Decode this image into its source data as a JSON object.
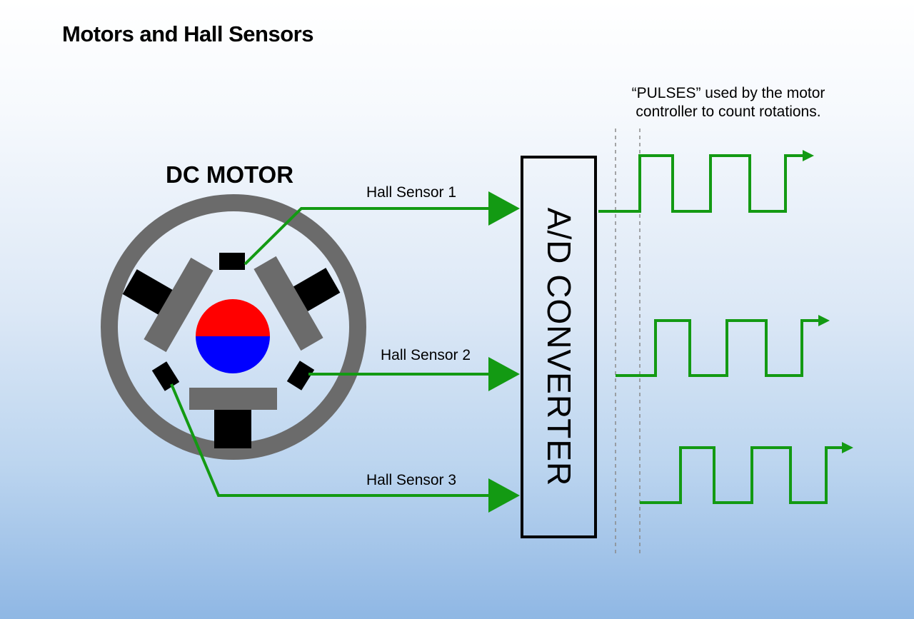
{
  "title": "Motors and Hall Sensors",
  "motor": {
    "label": "DC MOTOR"
  },
  "sensors": [
    {
      "label": "Hall Sensor 1"
    },
    {
      "label": "Hall Sensor 2"
    },
    {
      "label": "Hall Sensor 3"
    }
  ],
  "converter": {
    "label": "A/D CONVERTER"
  },
  "pulses_note": "“PULSES” used by the motor controller to count rotations.",
  "colors": {
    "wire": "#139a13",
    "stator": "#6b6b6b",
    "magnet": "#000000",
    "rotor_top": "#ff0000",
    "rotor_bottom": "#0000ff"
  }
}
